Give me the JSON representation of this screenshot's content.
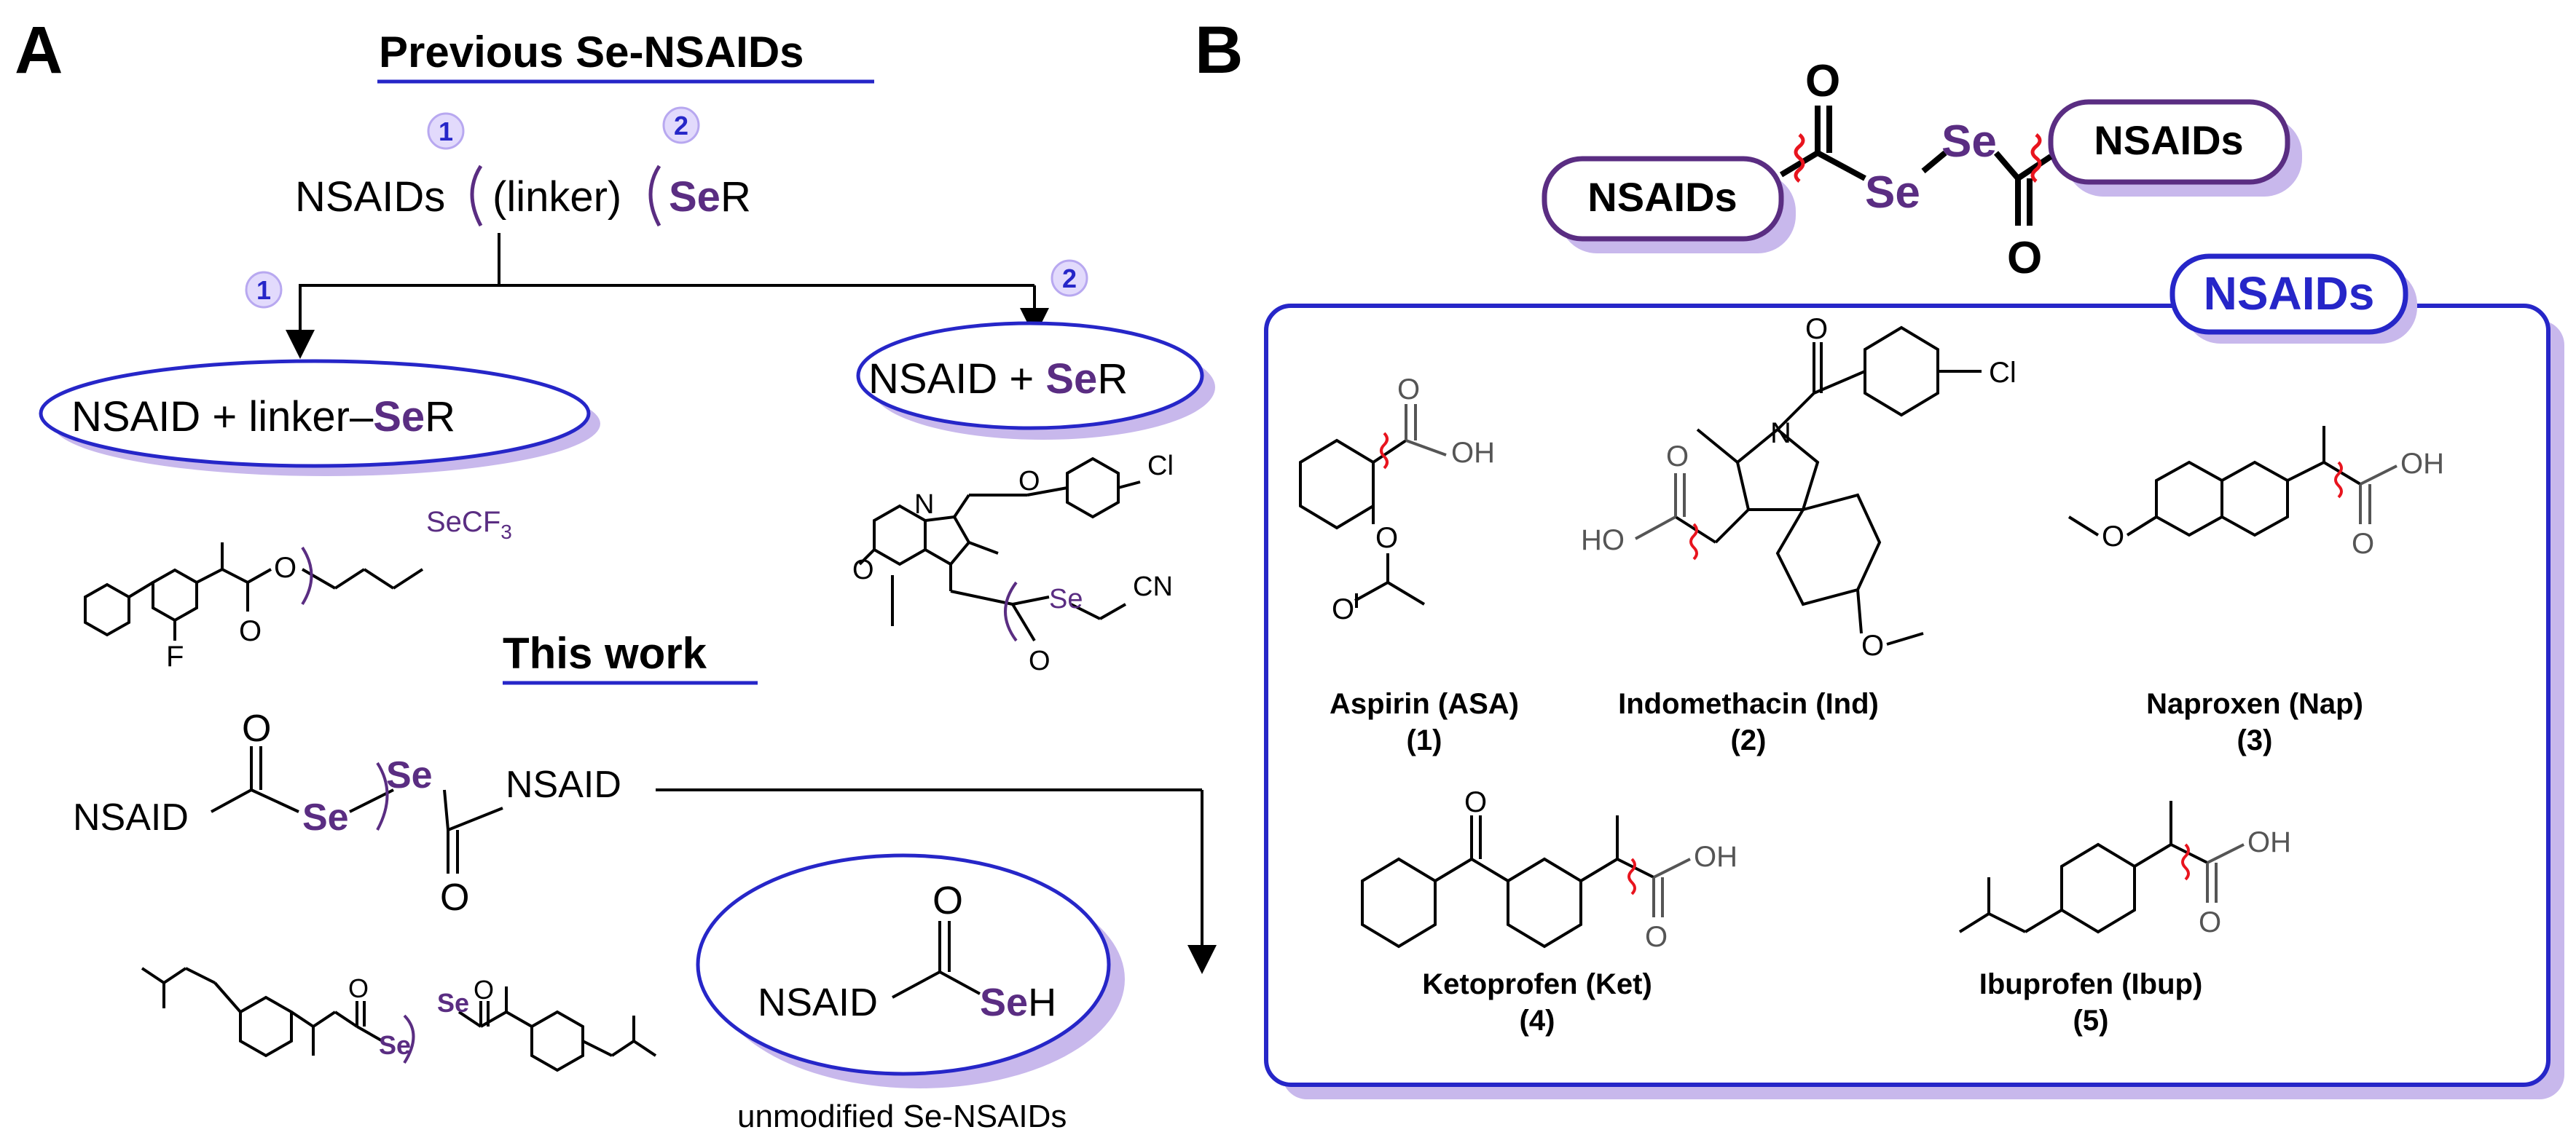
{
  "panel_a": {
    "letter": "A",
    "heading": "Previous Se-NSAIDs",
    "general": {
      "part1": "NSAIDs",
      "part2": "(linker)",
      "se": "Se",
      "r": "R"
    },
    "badge1": "1",
    "badge2": "2",
    "ellipse1": {
      "text": "NSAID + linker–",
      "se": "Se",
      "r": "R"
    },
    "ellipse2": {
      "text": "NSAID + ",
      "se": "Se",
      "r": "R"
    },
    "flurbi": {
      "o": "O",
      "se": "SeCF",
      "sub": "3",
      "f": "F"
    },
    "indo_ex": {
      "cl": "Cl",
      "n": "N",
      "o1": "O",
      "o2": "O",
      "se": "Se",
      "cn": "CN"
    },
    "this_work": "This work",
    "diselenide": {
      "nsaid_left": "NSAID",
      "o1": "O",
      "se1": "Se",
      "se2": "Se",
      "o2": "O",
      "nsaid_right": "NSAID"
    },
    "ibu_ex": {
      "o1": "O",
      "se1": "Se",
      "se2": "Se",
      "o2": "O"
    },
    "product": {
      "o": "O",
      "nsaid": "NSAID",
      "se": "Se",
      "h": "H"
    },
    "caption": "unmodified Se-NSAIDs"
  },
  "panel_b": {
    "letter": "B",
    "top": {
      "nsaids_left": "NSAIDs",
      "o1": "O",
      "se1": "Se",
      "se2": "Se",
      "o2": "O",
      "nsaids_right": "NSAIDs"
    },
    "box_title": "NSAIDs",
    "compounds": [
      {
        "name": "Aspirin (ASA)",
        "num": "(1)",
        "labels": [
          "O",
          "OH",
          "O",
          "O"
        ]
      },
      {
        "name": "Indomethacin (Ind)",
        "num": "(2)",
        "labels": [
          "O",
          "Cl",
          "N",
          "O",
          "HO",
          "O"
        ]
      },
      {
        "name": "Naproxen (Nap)",
        "num": "(3)",
        "labels": [
          "O",
          "OH",
          "O"
        ]
      },
      {
        "name": "Ketoprofen (Ket)",
        "num": "(4)",
        "labels": [
          "O",
          "O",
          "OH"
        ]
      },
      {
        "name": "Ibuprofen (Ibup)",
        "num": "(5)",
        "labels": [
          "O",
          "OH"
        ]
      }
    ]
  },
  "colors": {
    "se_purple": "#5a2d82",
    "accent_blue": "#2626c8",
    "bond_red": "#e8141e",
    "shadow_lilac": "#c8b8ec"
  }
}
